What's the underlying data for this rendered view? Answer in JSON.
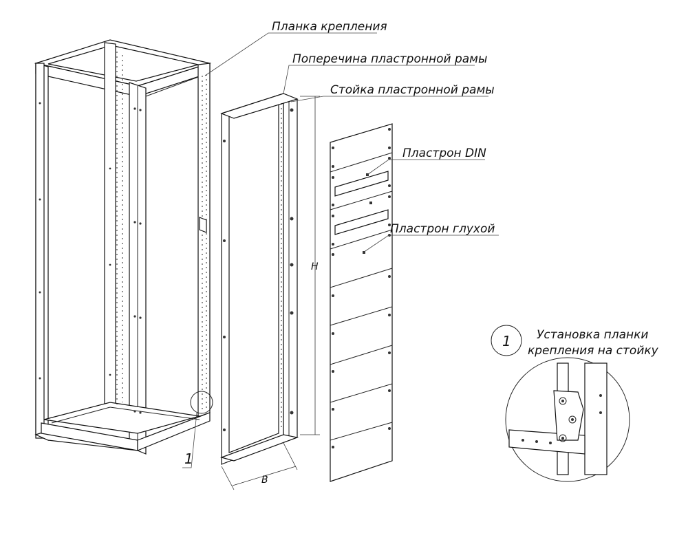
{
  "labels": {
    "mounting_strip": "Планка крепления",
    "frame_crossbar": "Поперечина пластронной рамы",
    "frame_post": "Стойка пластронной рамы",
    "din_panel": "Пластрон DIN",
    "blank_panel": "Пластрон глухой"
  },
  "dimensions": {
    "height": "H",
    "width": "B"
  },
  "detail": {
    "callout_number": "1",
    "marker_number": "1",
    "title_line1": "Установка планки",
    "title_line2": "крепления на стойку"
  }
}
